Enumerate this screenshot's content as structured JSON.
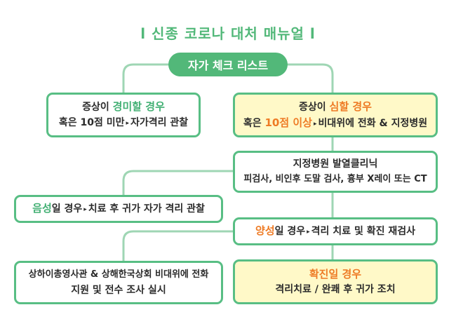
{
  "title": "l 신종 코로나 대처 매뉴얼 l",
  "checklist": "자가 체크 리스트",
  "mild": {
    "l1_a": "증상이 ",
    "l1_hl": "경미할 경우",
    "l2_a": "혹은 10점 미만",
    "l2_b": "자가격리 관찰"
  },
  "severe": {
    "l1_a": "증상이 ",
    "l1_hl": "심할 경우",
    "l2_a": "혹은 ",
    "l2_hl": "10점 이상",
    "l2_b": "비대위에 전화 & 지정병원"
  },
  "clinic": {
    "l1": "지정병원 발열클리닉",
    "l2": "피검사, 비인후 도말 검사, 흉부 X레이 또는 CT"
  },
  "negative": {
    "hl": "음성",
    "a": "일 경우",
    "b": "치료 후 귀가 자가 격리 관찰"
  },
  "positive": {
    "hl": "양성",
    "a": "일 경우",
    "b": "격리 치료 및 확진 재검사"
  },
  "support": {
    "l1": "상하이총영사관 & 상해한국상회 비대위에 전화",
    "l2": "지원 및 전수 조사 실시"
  },
  "confirmed": {
    "l1": "확진일 경우",
    "l2": "격리치료 / 완쾌 후 귀가 조치"
  },
  "arrow_glyph": "▸",
  "colors": {
    "green": "#58be84",
    "highlight_orange": "#ee7b25",
    "highlight_green": "#43b074",
    "yellow_fill": "#fff9c8"
  }
}
